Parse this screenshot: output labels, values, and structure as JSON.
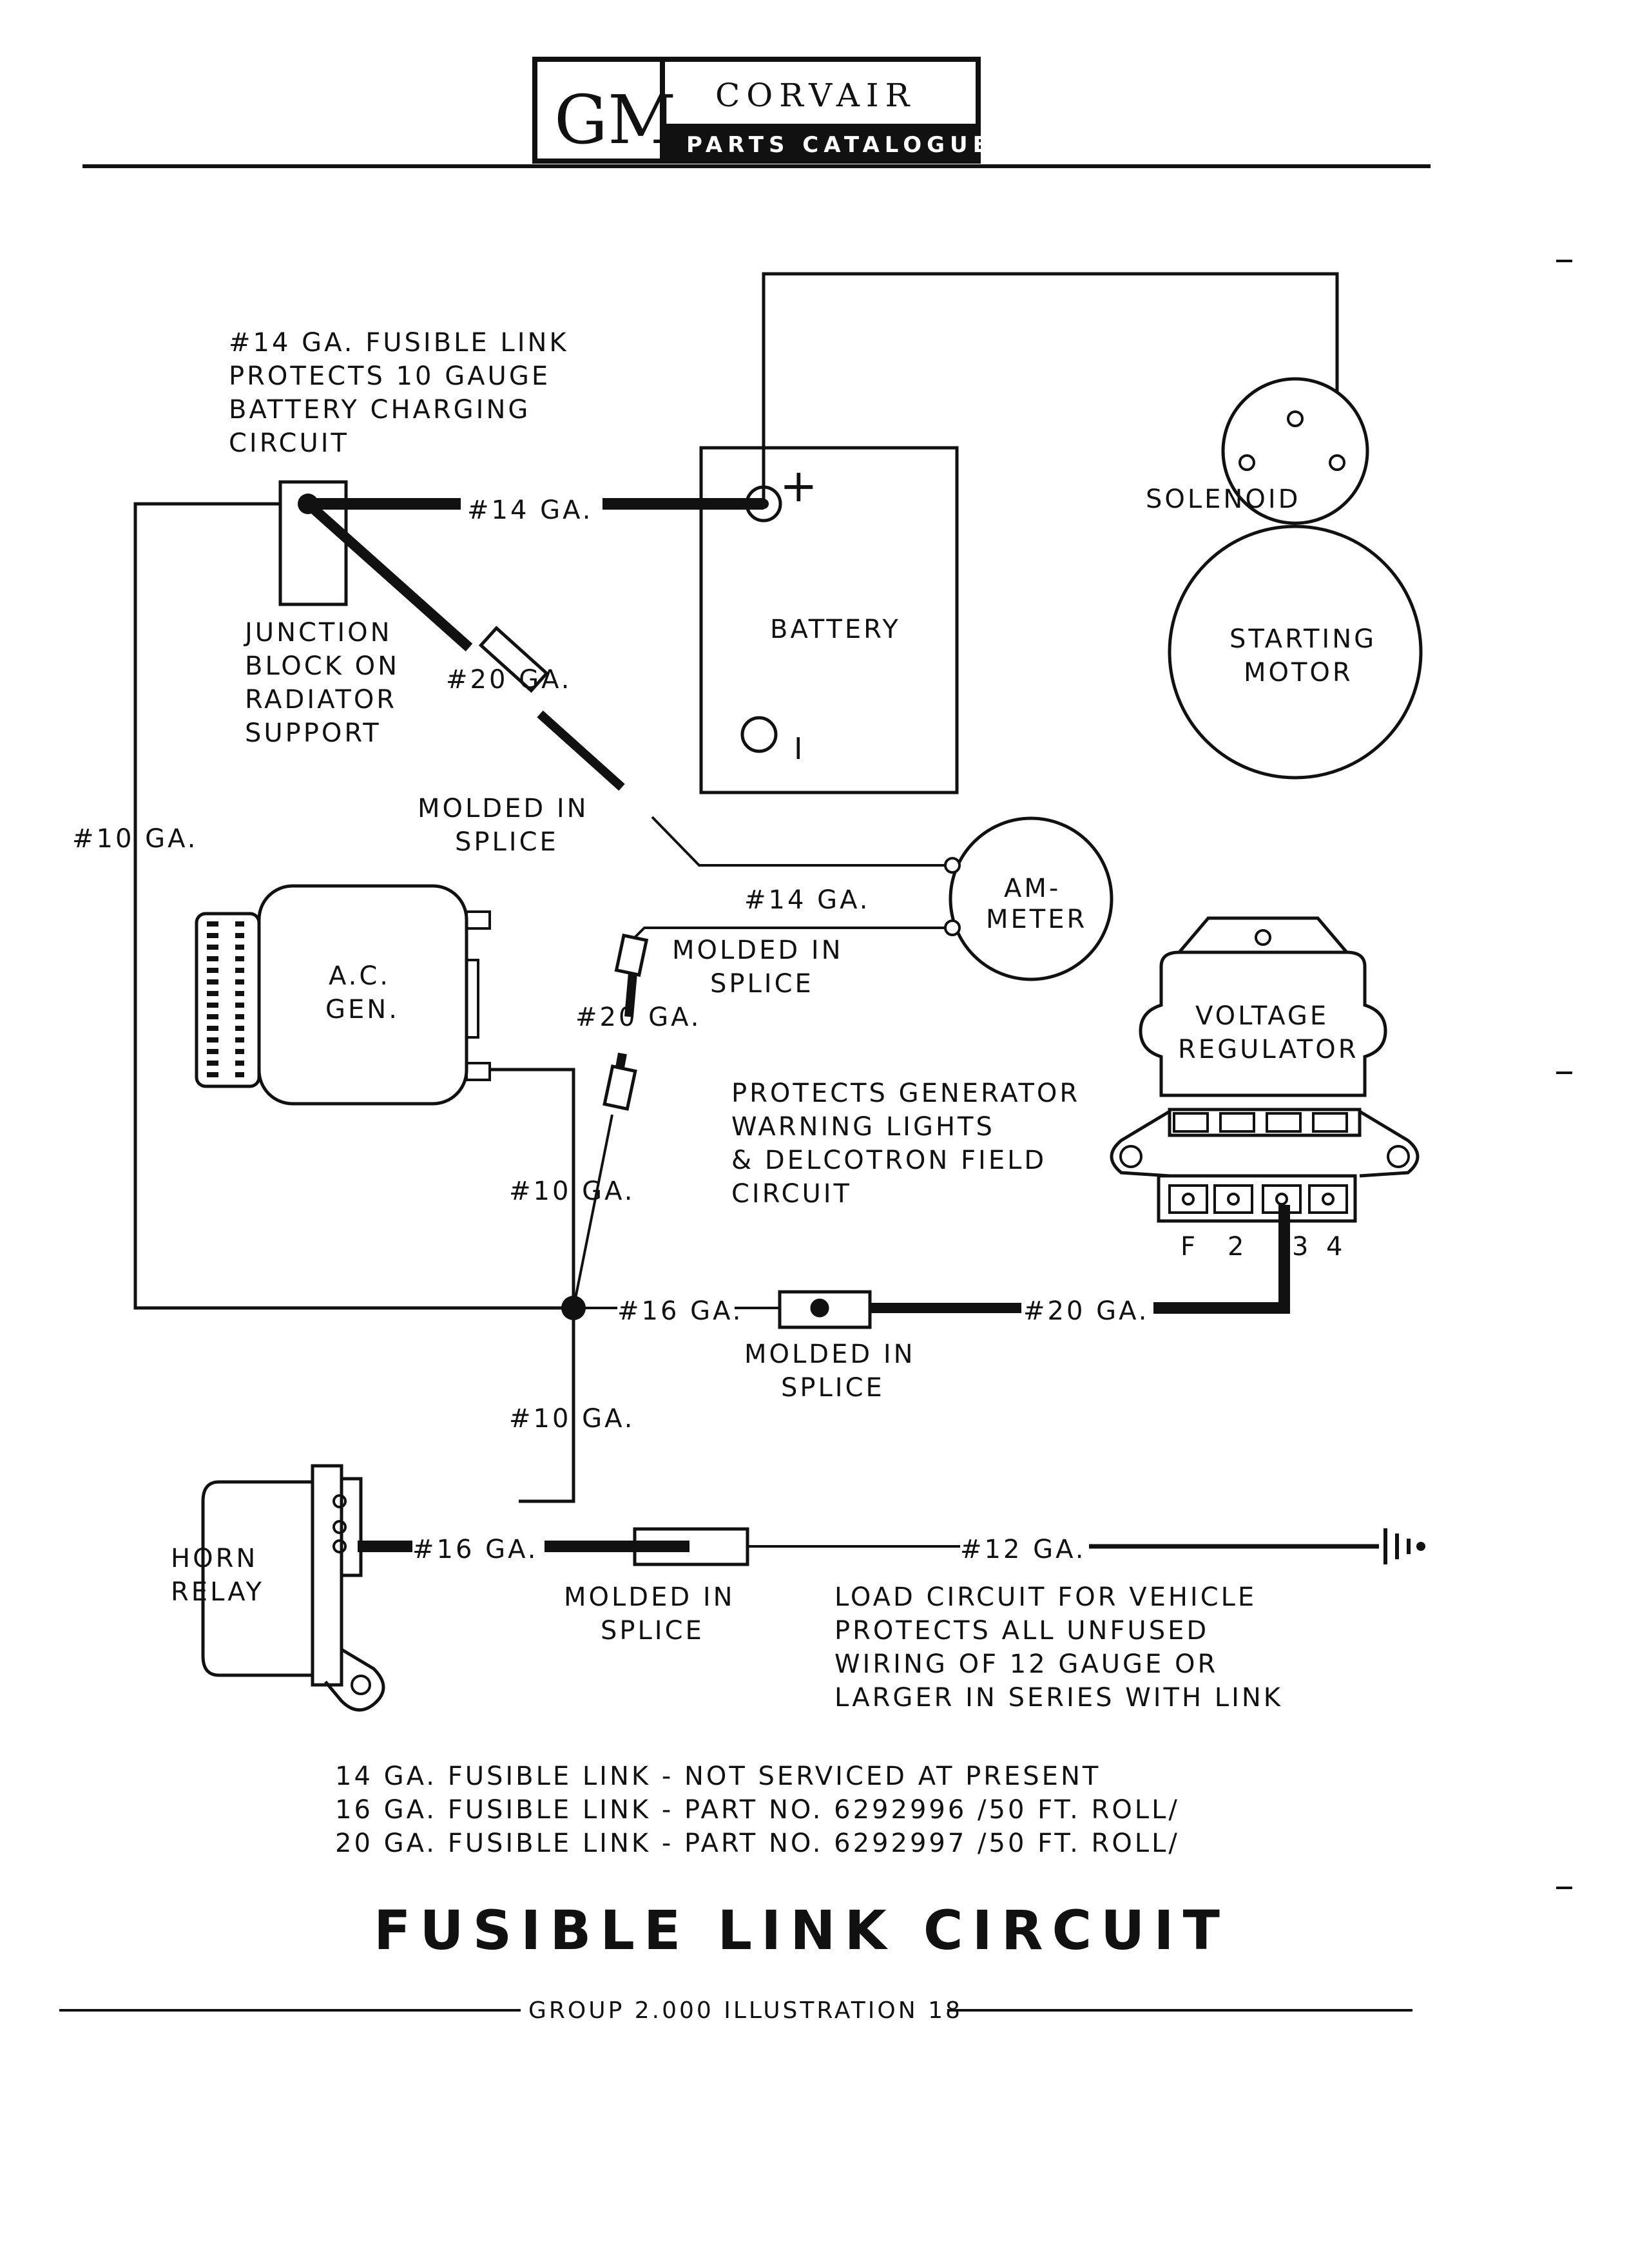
{
  "header": {
    "logo": "GM",
    "title": "CORVAIR",
    "subtitle": "PARTS CATALOGUE"
  },
  "labels": {
    "fusible_14_note": [
      "#14 GA. FUSIBLE LINK",
      "PROTECTS 10 GAUGE",
      "BATTERY CHARGING",
      "CIRCUIT"
    ],
    "junction_block": [
      "JUNCTION",
      "BLOCK ON",
      "RADIATOR",
      "SUPPORT"
    ],
    "ga14_top": "#14 GA.",
    "ga20_top": "#20 GA.",
    "ga10_left": "#10 GA.",
    "splice_top": [
      "MOLDED IN",
      "SPLICE"
    ],
    "battery": "BATTERY",
    "battery_plus": "+",
    "battery_minus": "I",
    "solenoid": "SOLENOID",
    "starting_motor": [
      "STARTING",
      "MOTOR"
    ],
    "ammeter": [
      "AM-",
      "METER"
    ],
    "ga14_ammeter": "#14 GA.",
    "splice_mid": [
      "MOLDED IN",
      "SPLICE"
    ],
    "ac_gen": [
      "A.C.",
      "GEN."
    ],
    "ga20_mid": "#20 GA.",
    "generator_note": [
      "PROTECTS GENERATOR",
      "WARNING LIGHTS",
      "& DELCOTRON FIELD",
      "CIRCUIT"
    ],
    "voltage_regulator": [
      "VOLTAGE",
      "REGULATOR"
    ],
    "regulator_terminals": [
      "F",
      "2",
      "3",
      "4"
    ],
    "ga10_mid": "#10 GA.",
    "ga16_mid": "#16 GA.",
    "ga20_right": "#20 GA.",
    "splice_center": [
      "MOLDED IN",
      "SPLICE"
    ],
    "ga10_lower": "#10 GA.",
    "horn_relay": [
      "HORN",
      "RELAY"
    ],
    "ga16_lower": "#16 GA.",
    "ga12": "#12 GA.",
    "splice_bottom": [
      "MOLDED IN",
      "SPLICE"
    ],
    "load_note": [
      "LOAD CIRCUIT FOR VEHICLE",
      "PROTECTS ALL UNFUSED",
      "WIRING OF 12 GAUGE OR",
      "LARGER IN SERIES WITH LINK"
    ]
  },
  "legend": [
    "14 GA. FUSIBLE LINK - NOT SERVICED AT PRESENT",
    "16 GA. FUSIBLE LINK - PART NO. 6292996 /50 FT. ROLL/",
    "20 GA. FUSIBLE LINK - PART NO. 6292997 /50 FT. ROLL/"
  ],
  "figure_title": "FUSIBLE LINK CIRCUIT",
  "footer": "GROUP 2.000 ILLUSTRATION 18"
}
